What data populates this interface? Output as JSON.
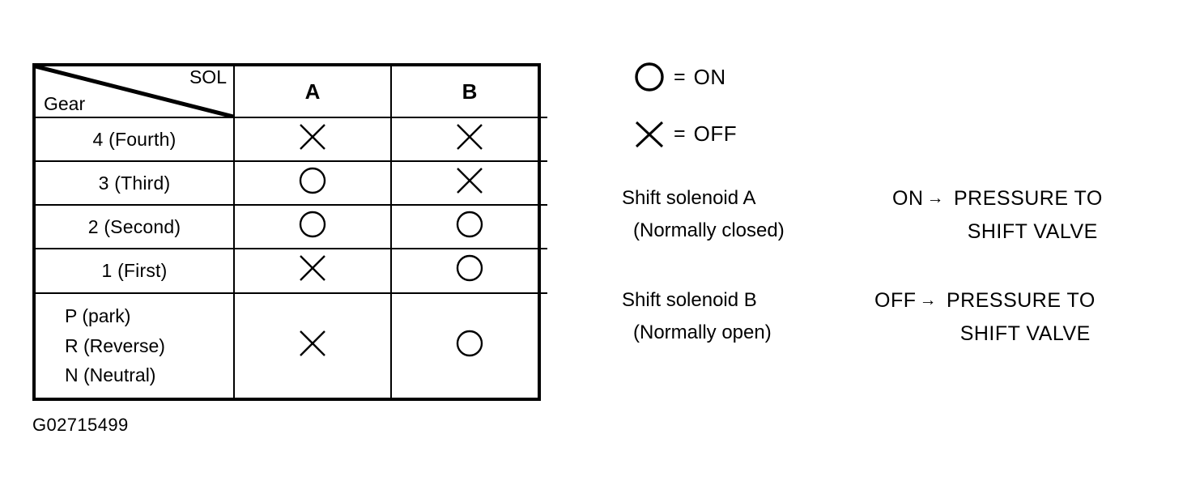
{
  "table": {
    "header": {
      "top_right_label": "SOL",
      "bottom_left_label": "Gear",
      "columns": [
        "A",
        "B"
      ]
    },
    "rows": [
      {
        "gear": "4 (Fourth)",
        "A": "OFF",
        "B": "OFF"
      },
      {
        "gear": "3 (Third)",
        "A": "ON",
        "B": "OFF"
      },
      {
        "gear": "2 (Second)",
        "A": "ON",
        "B": "ON"
      },
      {
        "gear": "1 (First)",
        "A": "OFF",
        "B": "ON"
      },
      {
        "gear_lines": [
          "P (park)",
          "R (Reverse)",
          "N (Neutral)"
        ],
        "A": "OFF",
        "B": "ON"
      }
    ]
  },
  "legend": [
    {
      "symbol": "circle",
      "equals": "=",
      "label": "ON"
    },
    {
      "symbol": "cross",
      "equals": "=",
      "label": "OFF"
    }
  ],
  "notes": [
    {
      "line1": "Shift solenoid A",
      "line2": "(Normally closed)",
      "state": "ON",
      "arrow": "→",
      "result_line1": "PRESSURE TO",
      "result_line2": "SHIFT VALVE"
    },
    {
      "line1": "Shift solenoid B",
      "line2": "(Normally open)",
      "state": "OFF",
      "arrow": "→",
      "result_line1": "PRESSURE TO",
      "result_line2": "SHIFT VALVE"
    }
  ],
  "caption": "G02715499",
  "colors": {
    "ink": "#000000",
    "background": "#ffffff"
  }
}
